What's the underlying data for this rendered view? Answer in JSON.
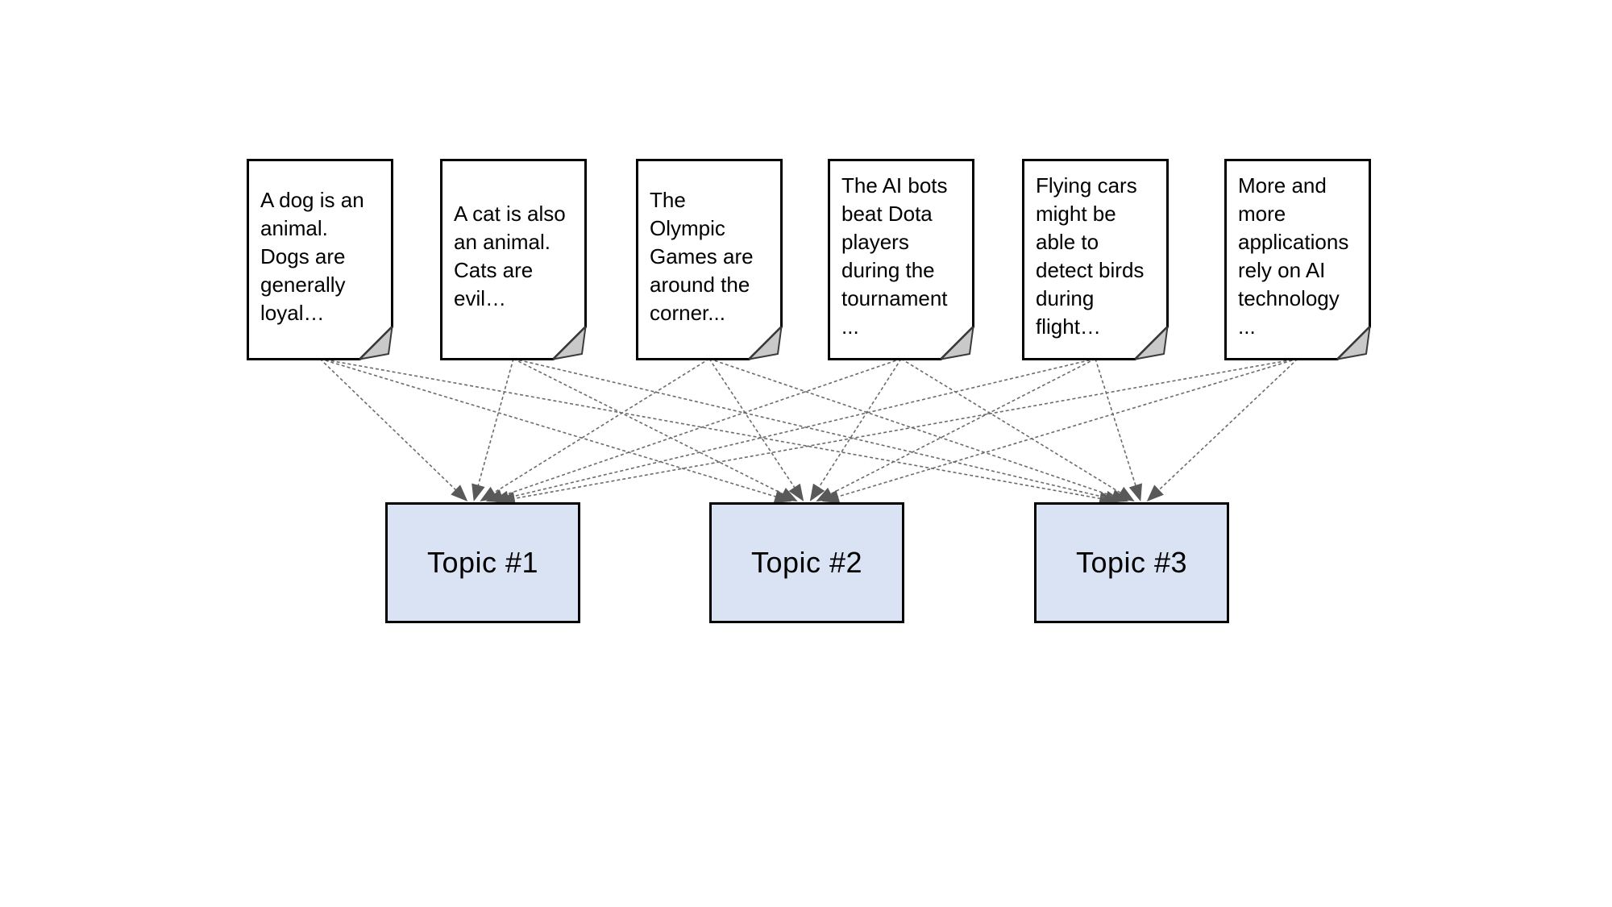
{
  "diagram": {
    "documents": [
      {
        "text": "A dog is an\nanimal.\nDogs are\ngenerally\nloyal…"
      },
      {
        "text": "A cat is also\nan animal.\nCats are\nevil…"
      },
      {
        "text": "The\nOlympic\nGames are\naround the\ncorner..."
      },
      {
        "text": "The AI bots\nbeat Dota\nplayers\nduring the\ntournament\n..."
      },
      {
        "text": "Flying cars\nmight be\nable to\ndetect birds\nduring\nflight…"
      },
      {
        "text": "More and\nmore\napplications\nrely on AI\ntechnology\n..."
      }
    ],
    "topics": [
      {
        "label": "Topic #1"
      },
      {
        "label": "Topic #2"
      },
      {
        "label": "Topic #3"
      }
    ],
    "edges": [
      {
        "doc": 0,
        "topic": 0
      },
      {
        "doc": 0,
        "topic": 1
      },
      {
        "doc": 0,
        "topic": 2
      },
      {
        "doc": 1,
        "topic": 0
      },
      {
        "doc": 1,
        "topic": 1
      },
      {
        "doc": 1,
        "topic": 2
      },
      {
        "doc": 2,
        "topic": 0
      },
      {
        "doc": 2,
        "topic": 1
      },
      {
        "doc": 2,
        "topic": 2
      },
      {
        "doc": 3,
        "topic": 0
      },
      {
        "doc": 3,
        "topic": 1
      },
      {
        "doc": 3,
        "topic": 2
      },
      {
        "doc": 4,
        "topic": 0
      },
      {
        "doc": 4,
        "topic": 1
      },
      {
        "doc": 4,
        "topic": 2
      },
      {
        "doc": 5,
        "topic": 0
      },
      {
        "doc": 5,
        "topic": 1
      },
      {
        "doc": 5,
        "topic": 2
      }
    ],
    "colors": {
      "background": "#ffffff",
      "document_fill": "#ffffff",
      "box_border": "#000000",
      "topic_fill": "#dae3f3",
      "fold_fill": "#c9c9c9",
      "connector_line": "#6b6b6b",
      "arrowhead": "#595959",
      "text": "#000000"
    }
  }
}
